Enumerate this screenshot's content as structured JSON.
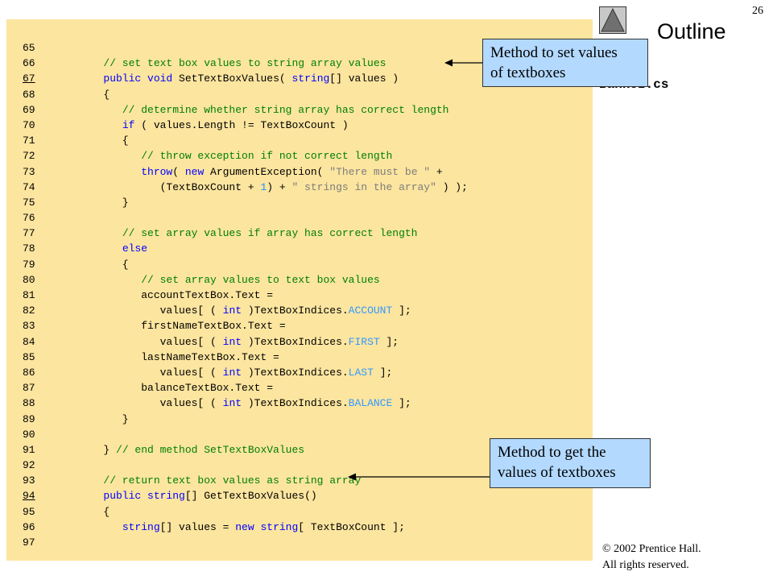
{
  "slide": {
    "number": "26"
  },
  "sidebar": {
    "outline_label": "Outline",
    "file_label": "BankUI.cs",
    "nav_icon": "triangle-up-icon"
  },
  "code": {
    "lines": [
      {
        "num": "65",
        "ul": false,
        "tokens": []
      },
      {
        "num": "66",
        "ul": false,
        "tokens": [
          {
            "t": "   ",
            "c": "plain"
          },
          {
            "t": "// set text box values to string array values",
            "c": "cm"
          }
        ]
      },
      {
        "num": "67",
        "ul": true,
        "tokens": [
          {
            "t": "   ",
            "c": "plain"
          },
          {
            "t": "public",
            "c": "kw"
          },
          {
            "t": " ",
            "c": "plain"
          },
          {
            "t": "void",
            "c": "kw"
          },
          {
            "t": " SetTextBoxValues( ",
            "c": "plain"
          },
          {
            "t": "string",
            "c": "kw"
          },
          {
            "t": "[] values )",
            "c": "plain"
          }
        ]
      },
      {
        "num": "68",
        "ul": false,
        "tokens": [
          {
            "t": "   {",
            "c": "plain"
          }
        ]
      },
      {
        "num": "69",
        "ul": false,
        "tokens": [
          {
            "t": "      ",
            "c": "plain"
          },
          {
            "t": "// determine whether string array has correct length",
            "c": "cm"
          }
        ]
      },
      {
        "num": "70",
        "ul": false,
        "tokens": [
          {
            "t": "      ",
            "c": "plain"
          },
          {
            "t": "if",
            "c": "kw"
          },
          {
            "t": " ( values.Length != TextBoxCount )",
            "c": "plain"
          }
        ]
      },
      {
        "num": "71",
        "ul": false,
        "tokens": [
          {
            "t": "      {",
            "c": "plain"
          }
        ]
      },
      {
        "num": "72",
        "ul": false,
        "tokens": [
          {
            "t": "         ",
            "c": "plain"
          },
          {
            "t": "// throw exception if not correct length",
            "c": "cm"
          }
        ]
      },
      {
        "num": "73",
        "ul": false,
        "tokens": [
          {
            "t": "         ",
            "c": "plain"
          },
          {
            "t": "throw",
            "c": "kw"
          },
          {
            "t": "( ",
            "c": "plain"
          },
          {
            "t": "new",
            "c": "kw"
          },
          {
            "t": " ArgumentException( ",
            "c": "plain"
          },
          {
            "t": "\"There must be \"",
            "c": "str"
          },
          {
            "t": " +",
            "c": "plain"
          }
        ]
      },
      {
        "num": "74",
        "ul": false,
        "tokens": [
          {
            "t": "            (TextBoxCount + ",
            "c": "plain"
          },
          {
            "t": "1",
            "c": "num"
          },
          {
            "t": ") + ",
            "c": "plain"
          },
          {
            "t": "\" strings in the array\"",
            "c": "str"
          },
          {
            "t": " ) );",
            "c": "plain"
          }
        ]
      },
      {
        "num": "75",
        "ul": false,
        "tokens": [
          {
            "t": "      }",
            "c": "plain"
          }
        ]
      },
      {
        "num": "76",
        "ul": false,
        "tokens": []
      },
      {
        "num": "77",
        "ul": false,
        "tokens": [
          {
            "t": "      ",
            "c": "plain"
          },
          {
            "t": "// set array values if array has correct length",
            "c": "cm"
          }
        ]
      },
      {
        "num": "78",
        "ul": false,
        "tokens": [
          {
            "t": "      ",
            "c": "plain"
          },
          {
            "t": "else",
            "c": "kw"
          }
        ]
      },
      {
        "num": "79",
        "ul": false,
        "tokens": [
          {
            "t": "      {",
            "c": "plain"
          }
        ]
      },
      {
        "num": "80",
        "ul": false,
        "tokens": [
          {
            "t": "         ",
            "c": "plain"
          },
          {
            "t": "// set array values to text box values",
            "c": "cm"
          }
        ]
      },
      {
        "num": "81",
        "ul": false,
        "tokens": [
          {
            "t": "         accountTextBox.Text =",
            "c": "plain"
          }
        ]
      },
      {
        "num": "82",
        "ul": false,
        "tokens": [
          {
            "t": "            values[ ( ",
            "c": "plain"
          },
          {
            "t": "int",
            "c": "kw"
          },
          {
            "t": " )TextBoxIndices.",
            "c": "plain"
          },
          {
            "t": "ACCOUNT",
            "c": "enum"
          },
          {
            "t": " ];",
            "c": "plain"
          }
        ]
      },
      {
        "num": "83",
        "ul": false,
        "tokens": [
          {
            "t": "         firstNameTextBox.Text =",
            "c": "plain"
          }
        ]
      },
      {
        "num": "84",
        "ul": false,
        "tokens": [
          {
            "t": "            values[ ( ",
            "c": "plain"
          },
          {
            "t": "int",
            "c": "kw"
          },
          {
            "t": " )TextBoxIndices.",
            "c": "plain"
          },
          {
            "t": "FIRST",
            "c": "enum"
          },
          {
            "t": " ];",
            "c": "plain"
          }
        ]
      },
      {
        "num": "85",
        "ul": false,
        "tokens": [
          {
            "t": "         lastNameTextBox.Text =",
            "c": "plain"
          }
        ]
      },
      {
        "num": "86",
        "ul": false,
        "tokens": [
          {
            "t": "            values[ ( ",
            "c": "plain"
          },
          {
            "t": "int",
            "c": "kw"
          },
          {
            "t": " )TextBoxIndices.",
            "c": "plain"
          },
          {
            "t": "LAST",
            "c": "enum"
          },
          {
            "t": " ];",
            "c": "plain"
          }
        ]
      },
      {
        "num": "87",
        "ul": false,
        "tokens": [
          {
            "t": "         balanceTextBox.Text =",
            "c": "plain"
          }
        ]
      },
      {
        "num": "88",
        "ul": false,
        "tokens": [
          {
            "t": "            values[ ( ",
            "c": "plain"
          },
          {
            "t": "int",
            "c": "kw"
          },
          {
            "t": " )TextBoxIndices.",
            "c": "plain"
          },
          {
            "t": "BALANCE",
            "c": "enum"
          },
          {
            "t": " ];",
            "c": "plain"
          }
        ]
      },
      {
        "num": "89",
        "ul": false,
        "tokens": [
          {
            "t": "      }",
            "c": "plain"
          }
        ]
      },
      {
        "num": "90",
        "ul": false,
        "tokens": []
      },
      {
        "num": "91",
        "ul": false,
        "tokens": [
          {
            "t": "   } ",
            "c": "plain"
          },
          {
            "t": "// end method SetTextBoxValues",
            "c": "cm"
          }
        ]
      },
      {
        "num": "92",
        "ul": false,
        "tokens": []
      },
      {
        "num": "93",
        "ul": false,
        "tokens": [
          {
            "t": "   ",
            "c": "plain"
          },
          {
            "t": "// return text box values as string array",
            "c": "cm"
          }
        ]
      },
      {
        "num": "94",
        "ul": true,
        "tokens": [
          {
            "t": "   ",
            "c": "plain"
          },
          {
            "t": "public",
            "c": "kw"
          },
          {
            "t": " ",
            "c": "plain"
          },
          {
            "t": "string",
            "c": "kw"
          },
          {
            "t": "[] GetTextBoxValues()",
            "c": "plain"
          }
        ]
      },
      {
        "num": "95",
        "ul": false,
        "tokens": [
          {
            "t": "   {",
            "c": "plain"
          }
        ]
      },
      {
        "num": "96",
        "ul": false,
        "tokens": [
          {
            "t": "      ",
            "c": "plain"
          },
          {
            "t": "string",
            "c": "kw"
          },
          {
            "t": "[] values = ",
            "c": "plain"
          },
          {
            "t": "new",
            "c": "kw"
          },
          {
            "t": " ",
            "c": "plain"
          },
          {
            "t": "string",
            "c": "kw"
          },
          {
            "t": "[ TextBoxCount ];",
            "c": "plain"
          }
        ]
      },
      {
        "num": "97",
        "ul": false,
        "tokens": []
      }
    ]
  },
  "callouts": {
    "set_values": {
      "line1": "Method to set values",
      "line2": "of textboxes"
    },
    "get_values": {
      "line1": "Method to get the",
      "line2": "values of textboxes"
    }
  },
  "footer": {
    "copyright_line1": "© 2002 Prentice Hall.",
    "copyright_line2": "All rights reserved."
  },
  "colors": {
    "panel_bg": "#fce59f",
    "callout_bg": "#b3d9ff",
    "keyword": "#0000ff",
    "comment": "#008000",
    "string": "#7d7d7d",
    "number": "#1e90ff",
    "enum": "#3399ff"
  }
}
